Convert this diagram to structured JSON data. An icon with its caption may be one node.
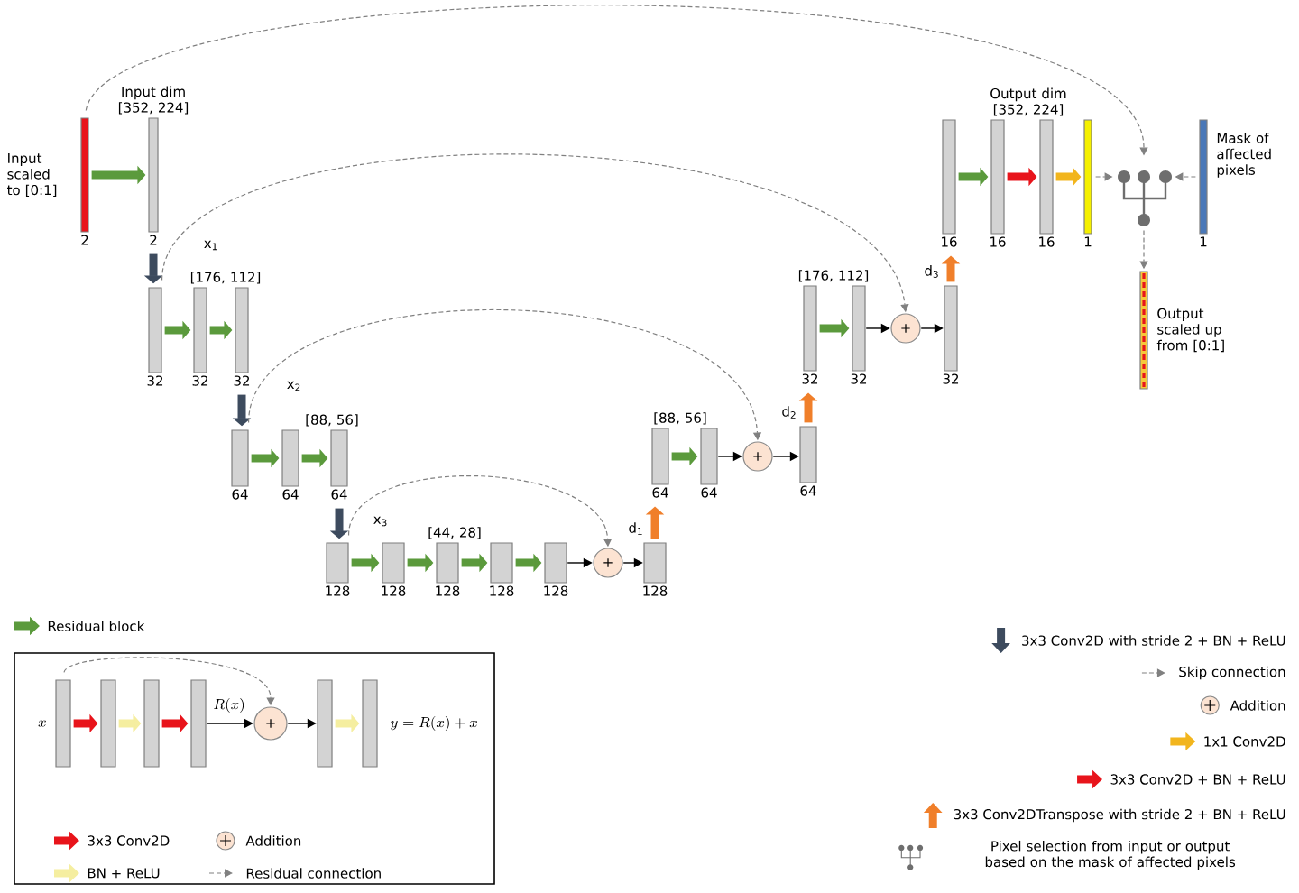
{
  "diagram": {
    "nodes": [
      {
        "text": [],
        "shape": "bar",
        "beside": [
          "Input scaled to [0:1]",
          "2"
        ]
      },
      {
        "text": [],
        "shape": "bar",
        "beside": [
          "Input dim [352, 224]",
          "2"
        ]
      },
      {
        "text": [],
        "shape": "bar",
        "beside": [
          "32"
        ]
      },
      {
        "text": [],
        "shape": "bar",
        "beside": [
          "[176, 112]",
          "32"
        ]
      },
      {
        "text": [],
        "shape": "bar",
        "beside": [
          "32"
        ]
      },
      {
        "text": [],
        "shape": "bar",
        "beside": [
          "64"
        ]
      },
      {
        "text": [],
        "shape": "bar",
        "beside": [
          "64"
        ]
      },
      {
        "text": [],
        "shape": "bar",
        "beside": [
          "[88, 56]",
          "64"
        ]
      },
      {
        "text": [],
        "shape": "bar",
        "beside": [
          "128"
        ]
      },
      {
        "text": [],
        "shape": "bar",
        "beside": [
          "128"
        ]
      },
      {
        "text": [],
        "shape": "bar",
        "beside": [
          "[44, 28]",
          "128"
        ]
      },
      {
        "text": [],
        "shape": "bar",
        "beside": [
          "128"
        ]
      },
      {
        "text": [],
        "shape": "bar",
        "beside": [
          "128"
        ]
      },
      {
        "text": [
          "+"
        ]
      },
      {
        "text": [],
        "shape": "bar",
        "beside": [
          "d$_{1}$",
          "128"
        ]
      },
      {
        "text": [],
        "shape": "bar",
        "beside": [
          "[88, 56]",
          "64"
        ]
      },
      {
        "text": [],
        "shape": "bar",
        "beside": [
          "64"
        ]
      },
      {
        "text": [
          "+"
        ]
      },
      {
        "text": [],
        "shape": "bar",
        "beside": [
          "d$_{2}$",
          "64"
        ]
      },
      {
        "text": [],
        "shape": "bar",
        "beside": [
          "[176, 112]",
          "32"
        ]
      },
      {
        "text": [],
        "shape": "bar",
        "beside": [
          "32"
        ]
      },
      {
        "text": [
          "+"
        ]
      },
      {
        "text": [],
        "shape": "bar",
        "beside": [
          "d$_{3}$",
          "32"
        ]
      },
      {
        "text": [],
        "shape": "bar",
        "beside": [
          "16"
        ]
      },
      {
        "text": [],
        "shape": "bar",
        "beside": [
          "16"
        ]
      },
      {
        "text": [],
        "shape": "bar",
        "beside": [
          "Output dim [352, 224]",
          "16"
        ]
      },
      {
        "text": [],
        "shape": "bar",
        "beside": [
          "1"
        ]
      },
      {
        "text": [],
        "shape": "junction"
      },
      {
        "text": [],
        "shape": "bar",
        "beside": [
          "Mask of affected pixels",
          "1"
        ]
      },
      {
        "text": [],
        "shape": "bar",
        "beside": [
          "Output scaled up from [0:1]"
        ]
      },
      {
        "text": [],
        "shape": "box"
      },
      {
        "text": [],
        "shape": "bar",
        "in": 30,
        "beside": [
          "x"
        ]
      },
      {
        "text": [],
        "shape": "bar",
        "in": 30
      },
      {
        "text": [],
        "shape": "bar",
        "in": 30
      },
      {
        "text": [],
        "shape": "bar",
        "in": 30
      },
      {
        "text": [
          "+"
        ],
        "in": 30
      },
      {
        "text": [],
        "shape": "bar",
        "in": 30
      },
      {
        "text": [],
        "shape": "bar",
        "in": 30,
        "beside": [
          "y = R(x) + x"
        ]
      }
    ],
    "edges": [
      {
        "from": 0,
        "to": 1,
        "arrow": "to"
      },
      {
        "from": 1,
        "to": 2,
        "arrow": "to",
        "color": "#3d4b5e"
      },
      {
        "from": 2,
        "to": 3,
        "arrow": "to"
      },
      {
        "from": 3,
        "to": 4,
        "arrow": "to"
      },
      {
        "from": 4,
        "to": 5,
        "arrow": "to",
        "color": "#3d4b5e"
      },
      {
        "from": 5,
        "to": 6,
        "arrow": "to"
      },
      {
        "from": 6,
        "to": 7,
        "arrow": "to"
      },
      {
        "from": 7,
        "to": 8,
        "arrow": "to",
        "color": "#3d4b5e"
      },
      {
        "from": 8,
        "to": 9,
        "arrow": "to"
      },
      {
        "from": 9,
        "to": 10,
        "arrow": "to"
      },
      {
        "from": 10,
        "to": 11,
        "arrow": "to"
      },
      {
        "from": 11,
        "to": 12,
        "arrow": "to"
      },
      {
        "from": 12,
        "to": 13,
        "arrow": "to",
        "color": "#000000"
      },
      {
        "from": 13,
        "to": 14,
        "arrow": "to",
        "color": "#000000"
      },
      {
        "from": 14,
        "to": 15,
        "arrow": "to",
        "color": "#f07f2a"
      },
      {
        "from": 15,
        "to": 16,
        "arrow": "to"
      },
      {
        "from": 16,
        "to": 17,
        "arrow": "to",
        "color": "#000000"
      },
      {
        "from": 17,
        "to": 18,
        "arrow": "to",
        "color": "#000000"
      },
      {
        "from": 18,
        "to": 19,
        "arrow": "to",
        "color": "#f07f2a"
      },
      {
        "from": 19,
        "to": 20,
        "arrow": "to"
      },
      {
        "from": 20,
        "to": 21,
        "arrow": "to",
        "color": "#000000"
      },
      {
        "from": 21,
        "to": 22,
        "arrow": "to",
        "color": "#000000"
      },
      {
        "from": 22,
        "to": 23,
        "arrow": "to",
        "color": "#f07f2a"
      },
      {
        "from": 23,
        "to": 24,
        "arrow": "to"
      },
      {
        "from": 24,
        "to": 25,
        "arrow": "to",
        "color": "#e8141b"
      },
      {
        "from": 25,
        "to": 26,
        "arrow": "to",
        "color": "#f2b51d"
      },
      {
        "from": 26,
        "to": 27,
        "arrow": "to",
        "style": "dashed",
        "color": "#808080"
      },
      {
        "from": 28,
        "to": 27,
        "arrow": "to",
        "style": "dashed",
        "color": "#808080"
      },
      {
        "from": 27,
        "to": 29,
        "arrow": "to",
        "style": "dashed",
        "color": "#808080"
      },
      {
        "from": 0,
        "to": 27,
        "arrow": "to",
        "style": "dashed",
        "color": "#808080"
      },
      {
        "from": 2,
        "to": 21,
        "arrow": "to",
        "style": "dashed",
        "color": "#808080",
        "label": "x$_{1}$"
      },
      {
        "from": 5,
        "to": 17,
        "arrow": "to",
        "style": "dashed",
        "color": "#808080",
        "label": "x$_{2}$"
      },
      {
        "from": 8,
        "to": 13,
        "arrow": "to",
        "style": "dashed",
        "color": "#808080",
        "label": "x$_{3}$"
      },
      {
        "from": 31,
        "to": 32,
        "arrow": "to",
        "color": "#e8141b"
      },
      {
        "from": 32,
        "to": 33,
        "arrow": "to",
        "color": "#f5eea0"
      },
      {
        "from": 33,
        "to": 34,
        "arrow": "to",
        "color": "#e8141b"
      },
      {
        "from": 34,
        "to": 35,
        "arrow": "to",
        "label": "R(x)",
        "color": "#000000"
      },
      {
        "from": 35,
        "to": 36,
        "arrow": "to",
        "color": "#000000"
      },
      {
        "from": 36,
        "to": 37,
        "arrow": "to",
        "color": "#f5eea0"
      },
      {
        "from": 31,
        "to": 35,
        "arrow": "to",
        "style": "dashed",
        "color": "#808080"
      }
    ],
    "legend": [
      {
        "text": "Residual block",
        "color": "#5b9a3c"
      },
      {
        "text": "3x3 Conv2D",
        "color": "#e8141b"
      },
      {
        "text": "Addition"
      },
      {
        "text": "BN + ReLU",
        "color": "#f5eea0"
      },
      {
        "text": "Residual connection"
      },
      {
        "text": "3x3 Conv2D with stride 2 + BN + ReLU",
        "color": "#3d4b5e"
      },
      {
        "text": "Skip connection"
      },
      {
        "text": "Addition"
      },
      {
        "text": "1x1 Conv2D",
        "color": "#f2b51d"
      },
      {
        "text": "3x3 Conv2D + BN + ReLU",
        "color": "#e8141b"
      },
      {
        "text": "3x3 Conv2DTranspose with stride 2 + BN + ReLU",
        "color": "#f07f2a"
      },
      {
        "text": "Pixel selection from input or output based on the mask of affected pixels"
      }
    ]
  }
}
